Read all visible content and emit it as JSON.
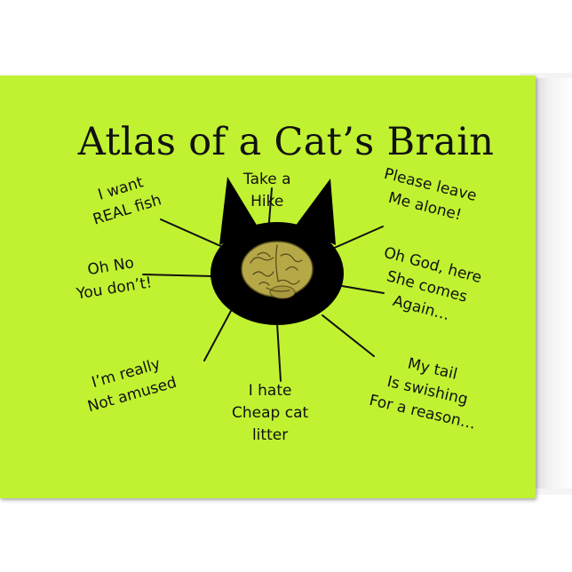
{
  "card": {
    "title": "Atlas of a Cat’s Brain",
    "background_color": "#c0f231",
    "cat_head_color": "#000000",
    "brain_color": "#b7a847"
  },
  "regions": [
    {
      "id": "fish",
      "lines": [
        "I want",
        "REAL fish"
      ]
    },
    {
      "id": "hike",
      "lines": [
        "Take a",
        "Hike"
      ]
    },
    {
      "id": "alone",
      "lines": [
        "Please leave",
        "Me alone!"
      ]
    },
    {
      "id": "dont",
      "lines": [
        "Oh No",
        "You don’t!"
      ]
    },
    {
      "id": "god",
      "lines": [
        "Oh God, here",
        "She comes",
        "Again…"
      ]
    },
    {
      "id": "amused",
      "lines": [
        "I’m really",
        "Not amused"
      ]
    },
    {
      "id": "litter",
      "lines": [
        "I hate",
        "Cheap cat",
        "litter"
      ]
    },
    {
      "id": "tail",
      "lines": [
        "My tail",
        "Is swishing",
        "For a reason…"
      ]
    }
  ]
}
